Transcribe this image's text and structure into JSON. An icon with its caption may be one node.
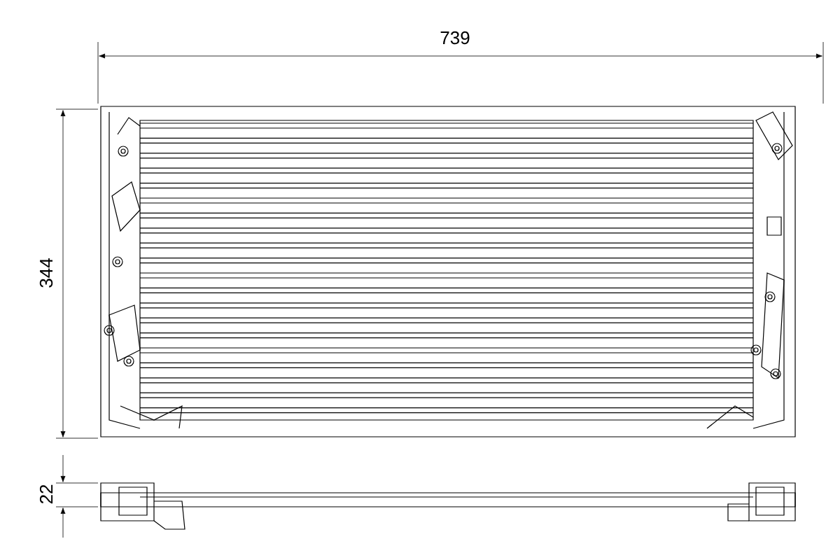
{
  "diagram": {
    "labels": [
      "739",
      "344",
      "22"
    ]
  }
}
